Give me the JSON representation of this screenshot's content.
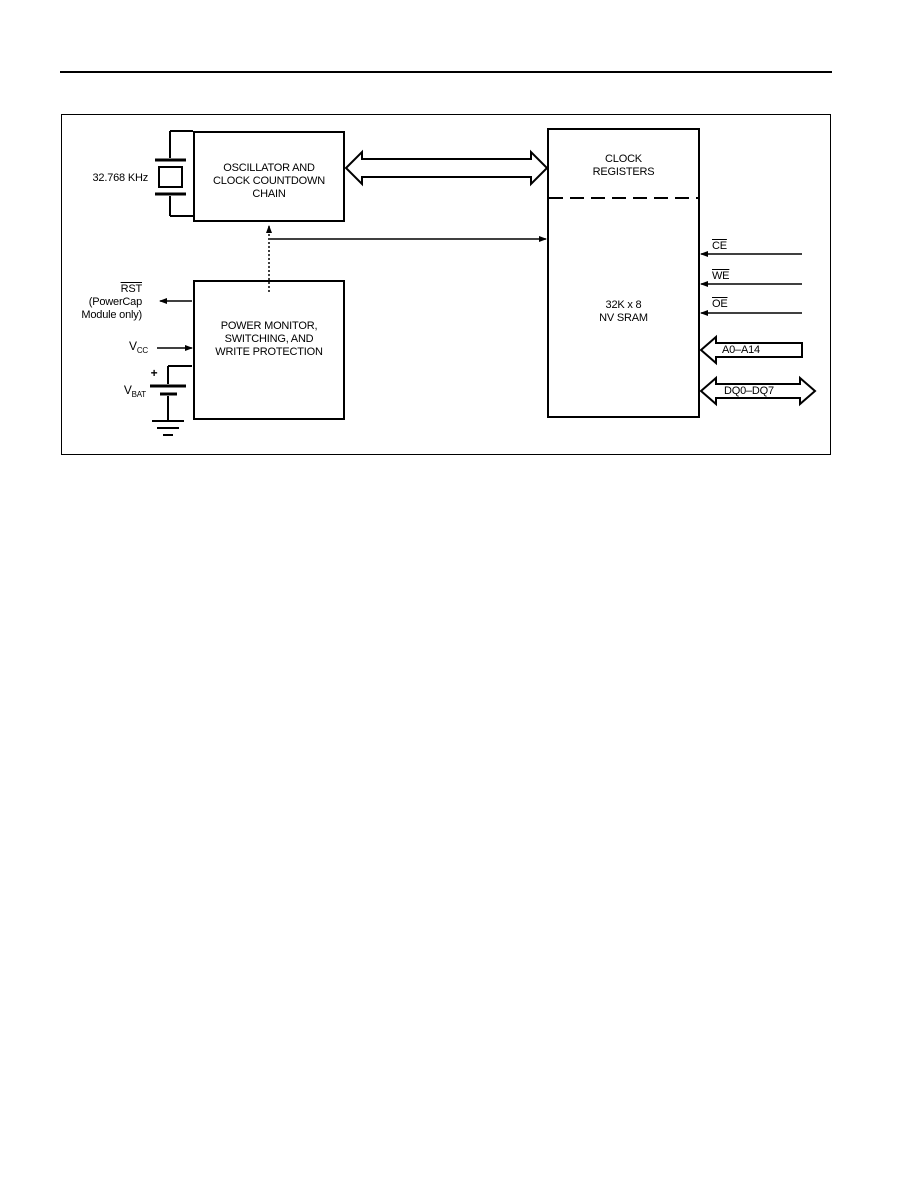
{
  "diagram": {
    "crystal_label": "32.768 KHz",
    "oscillator_block": [
      "OSCILLATOR AND",
      "CLOCK COUNTDOWN",
      "CHAIN"
    ],
    "power_block": [
      "POWER MONITOR,",
      "SWITCHING, AND",
      "WRITE PROTECTION"
    ],
    "clock_registers": [
      "CLOCK",
      "REGISTERS"
    ],
    "sram": [
      "32K x 8",
      "NV SRAM"
    ],
    "rst": {
      "name": "RST",
      "note": [
        "(PowerCap",
        "Module only)"
      ]
    },
    "vcc": {
      "main": "V",
      "sub": "CC"
    },
    "vbat": {
      "main": "V",
      "sub": "BAT",
      "polarity": "+"
    },
    "signals": {
      "ce": "CE",
      "we": "WE",
      "oe": "OE",
      "address": "A0–A14",
      "data": "DQ0–DQ7"
    }
  }
}
